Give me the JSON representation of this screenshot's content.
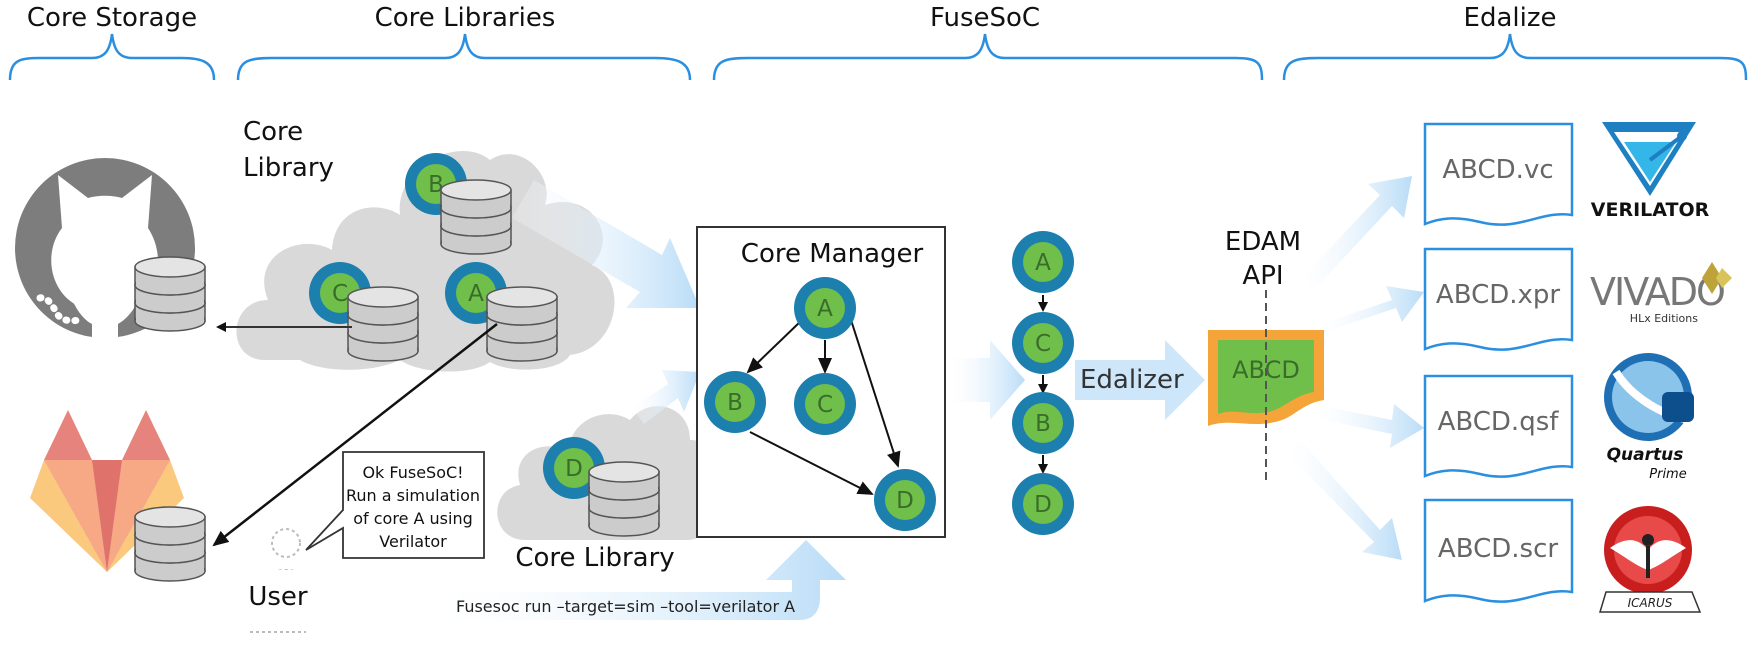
{
  "sections": {
    "core_storage": "Core Storage",
    "core_libraries": "Core Libraries",
    "fusesoc": "FuseSoC",
    "edalize": "Edalize"
  },
  "library_top_label_line1": "Core",
  "library_top_label_line2": "Library",
  "library_bottom_label": "Core Library",
  "manager_title": "Core Manager",
  "edam_line1": "EDAM",
  "edam_line2": "API",
  "edam_doc_text": "ABCD",
  "edalizer_label": "Edalizer",
  "user_label": "User",
  "speech": [
    "Ok FuseSoC!",
    "Run a simulation",
    "of core A using",
    "Verilator"
  ],
  "command": "Fusesoc run –target=sim –tool=verilator A",
  "cores": {
    "a": "A",
    "b": "B",
    "c": "C",
    "d": "D"
  },
  "output_files": [
    "ABCD.vc",
    "ABCD.xpr",
    "ABCD.qsf",
    "ABCD.scr"
  ],
  "tools": {
    "verilator": "VERILATOR",
    "vivado": "VIVADO",
    "vivado_sub": "HLx Editions",
    "quartus": "Quartus",
    "quartus_sub": "Prime",
    "icarus": "ICARUS"
  },
  "colors": {
    "brace": "#2a8fe0",
    "core_ring": "#1c7fae",
    "core_fill": "#6fbf4a",
    "cloud": "#d9d9d9",
    "arrow": "#cde6f9",
    "edam_orange": "#f5a43a",
    "edam_green": "#6fbf4a"
  }
}
